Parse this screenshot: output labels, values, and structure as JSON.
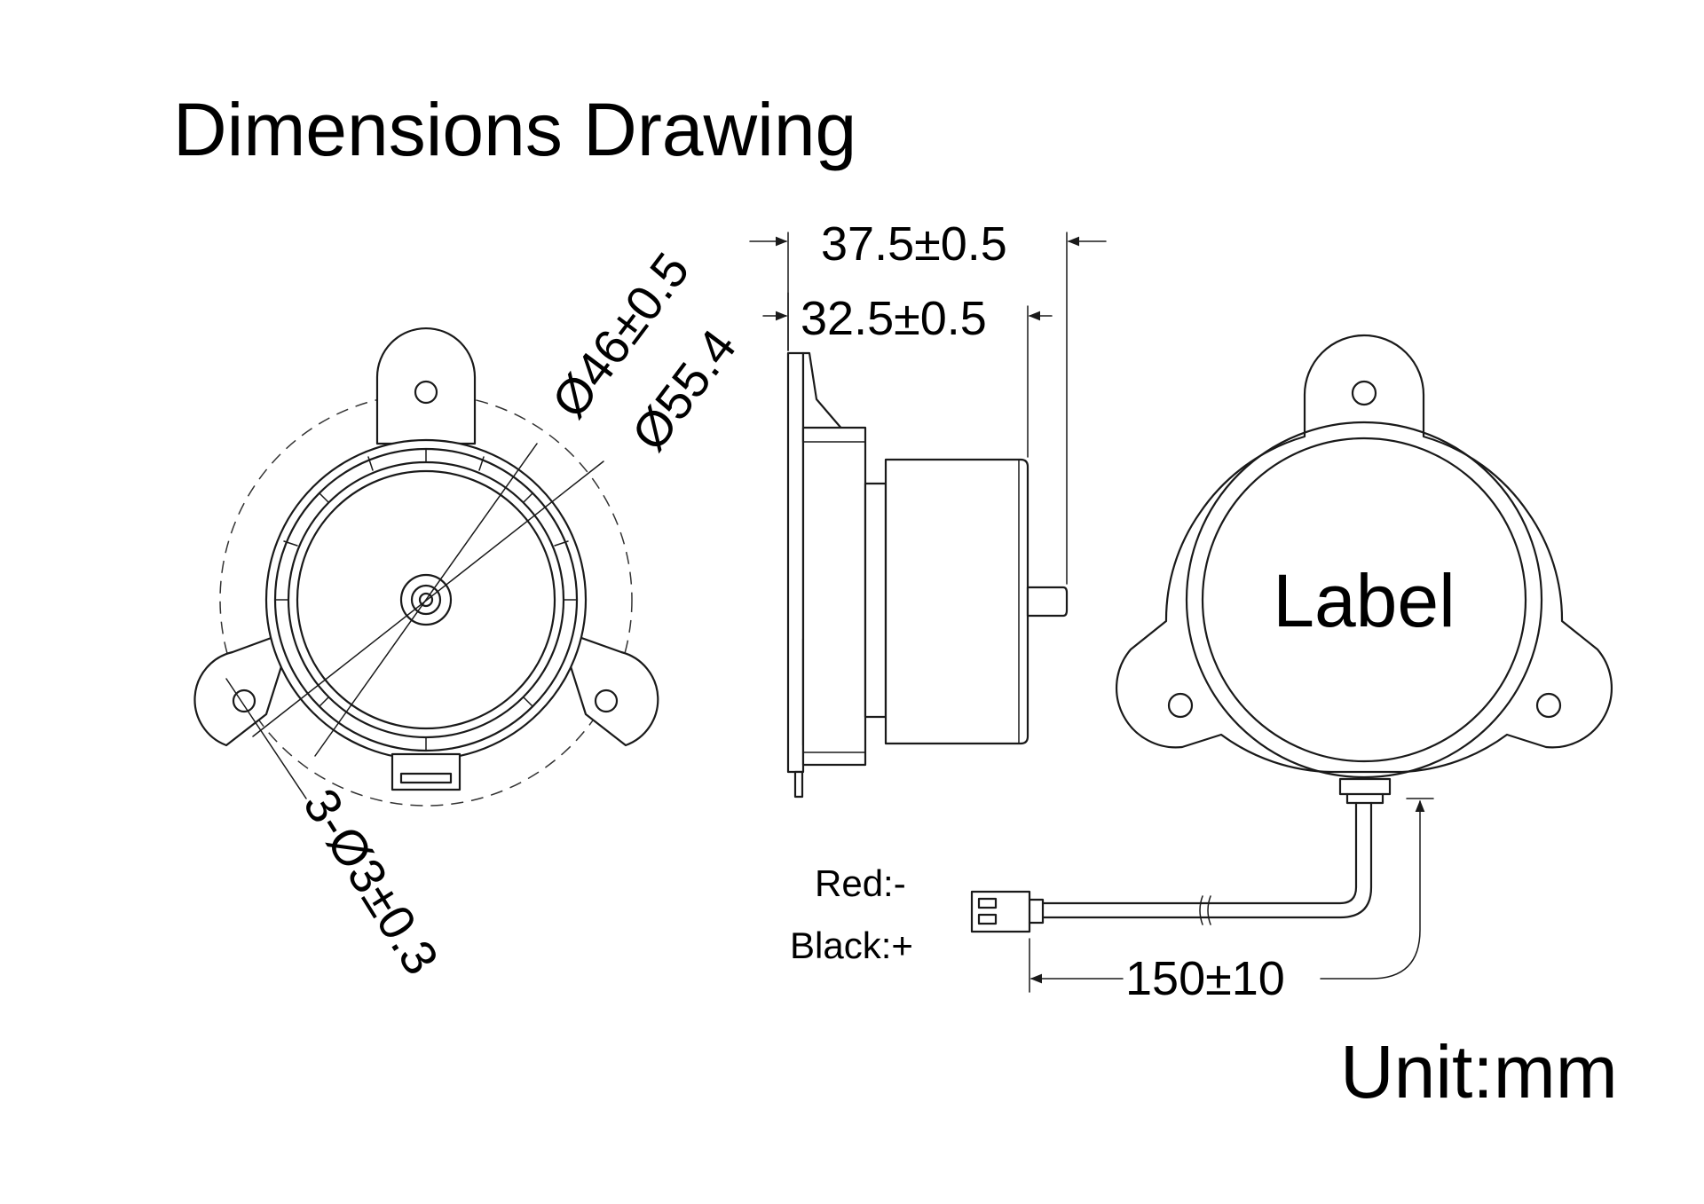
{
  "title": "Dimensions Drawing",
  "unit_label": "Unit:mm",
  "front_view": {
    "inner_diameter": "Ø46±0.5",
    "outer_diameter": "Ø55.4",
    "mounting_holes": "3-Ø3±0.3"
  },
  "side_view": {
    "total_length": "37.5±0.5",
    "body_length": "32.5±0.5"
  },
  "rear_view": {
    "label_text": "Label",
    "wire_length": "150±10"
  },
  "wiring": {
    "red": "Red:-",
    "black": "Black:+"
  }
}
